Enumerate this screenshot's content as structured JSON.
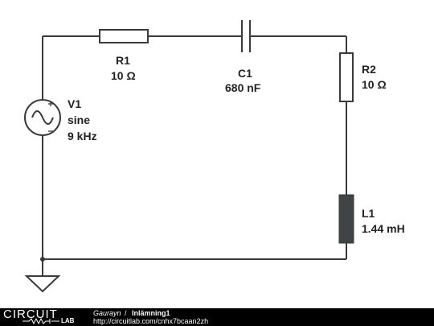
{
  "components": {
    "v1": {
      "name": "V1",
      "type": "sine",
      "value": "9 kHz"
    },
    "r1": {
      "name": "R1",
      "value": "10 Ω"
    },
    "c1": {
      "name": "C1",
      "value": "680 nF"
    },
    "r2": {
      "name": "R2",
      "value": "10 Ω"
    },
    "l1": {
      "name": "L1",
      "value": "1.44 mH"
    }
  },
  "footer": {
    "logo_top": "CIRCUIT",
    "logo_bottom": "LAB",
    "author": "Gaurayn",
    "separator": "/",
    "title": "Inlämning1",
    "url": "http://circuitlab.com/cnhx7bcaan2zh"
  },
  "colors": {
    "wire": "#3a3a3a",
    "inductor_fill": "#3f4447",
    "footer_bg": "#000000"
  }
}
